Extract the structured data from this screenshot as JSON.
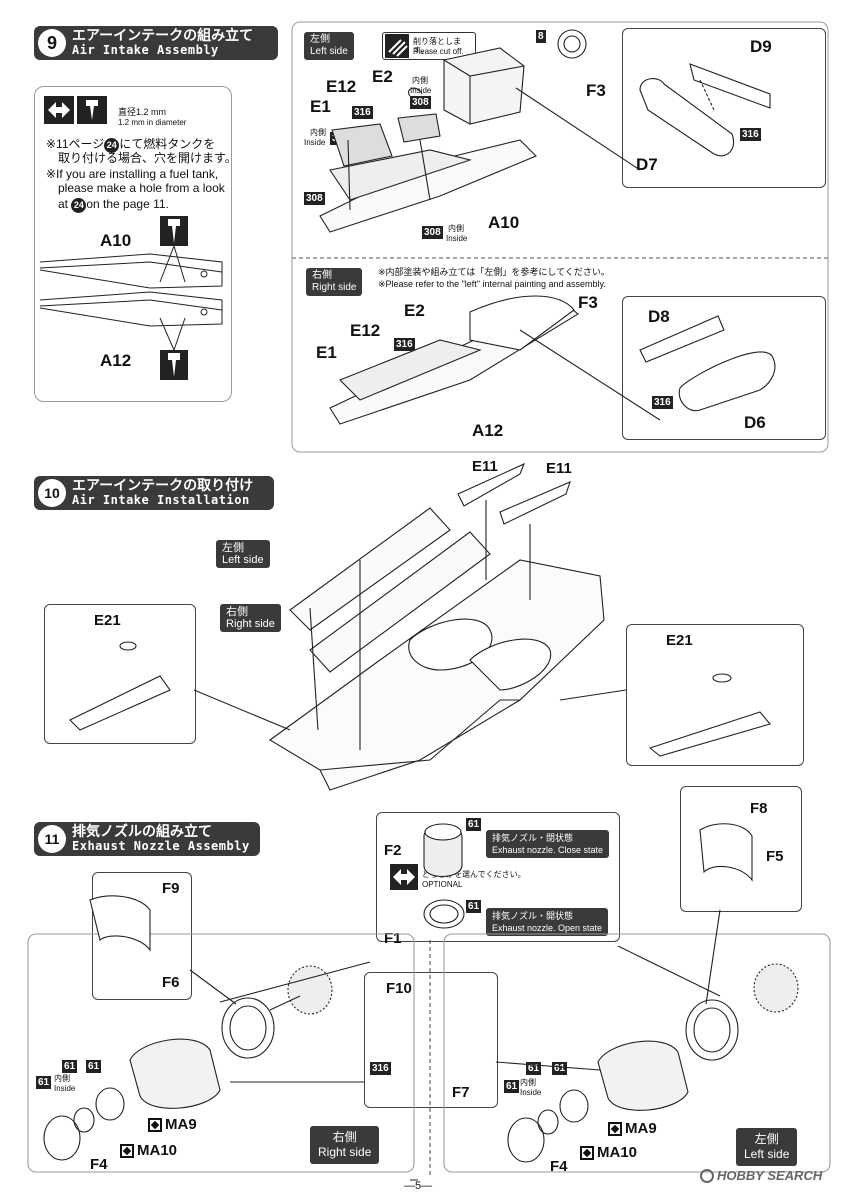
{
  "step9": {
    "number": "9",
    "title_jp": "エアーインテークの組み立て",
    "title_en": "Air Intake Assembly",
    "drill_jp": "直径1.2 mm",
    "drill_en": "1.2 mm in diameter",
    "fuel_note_jp_1": "※11ページ",
    "fuel_ref": "24",
    "fuel_note_jp_2": "にて燃料タンクを",
    "fuel_note_jp_3": "取り付ける場合、穴を開けます。",
    "fuel_note_en_1": "※If you are installing a fuel tank,",
    "fuel_note_en_2": "please make a hole from a look",
    "fuel_note_en_3a": "at",
    "fuel_note_en_3b": "on the page 11.",
    "left_tag_jp": "左側",
    "left_tag_en": "Left side",
    "cut_jp": "削り落とします。",
    "cut_en": "Please cut off.",
    "right_tag_jp": "右側",
    "right_tag_en": "Right side",
    "right_note_jp": "※内部塗装や組み立ては「左側」を参考にしてください。",
    "right_note_en": "※Please refer to the \"left\" internal painting  and assembly.",
    "inside_jp": "内側",
    "inside_en": "Inside",
    "parts": {
      "a10": "A10",
      "a12": "A12",
      "e1": "E1",
      "e2": "E2",
      "e12": "E12",
      "f3": "F3",
      "d6": "D6",
      "d7": "D7",
      "d8": "D8",
      "d9": "D9"
    },
    "paint": {
      "p316": "316",
      "p308": "308",
      "p8": "8"
    }
  },
  "step10": {
    "number": "10",
    "title_jp": "エアーインテークの取り付け",
    "title_en": "Air Intake Installation",
    "left_tag_jp": "左側",
    "left_tag_en": "Left side",
    "right_tag_jp": "右側",
    "right_tag_en": "Right side",
    "parts": {
      "e11": "E11",
      "e21": "E21"
    }
  },
  "step11": {
    "number": "11",
    "title_jp": "排気ノズルの組み立て",
    "title_en": "Exhaust Nozzle Assembly",
    "close_jp": "排気ノズル・閉状態",
    "close_en": "Exhaust nozzle. Close state",
    "open_jp": "排気ノズル・開状態",
    "open_en": "Exhaust nozzle. Open state",
    "optional_jp": "どちらかを選んでください。",
    "optional_en": "OPTIONAL",
    "inside_jp": "内側",
    "inside_en": "Inside",
    "right_tag_jp": "右側",
    "right_tag_en": "Right side",
    "left_tag_jp": "左側",
    "left_tag_en": "Left side",
    "parts": {
      "f1": "F1",
      "f2": "F2",
      "f4": "F4",
      "f5": "F5",
      "f6": "F6",
      "f7": "F7",
      "f8": "F8",
      "f9": "F9",
      "f10": "F10",
      "ma9": "MA9",
      "ma10": "MA10"
    },
    "paint": {
      "p61": "61",
      "p316": "316"
    }
  },
  "footer": {
    "page": "—5—",
    "watermark": "HOBBY SEARCH"
  }
}
